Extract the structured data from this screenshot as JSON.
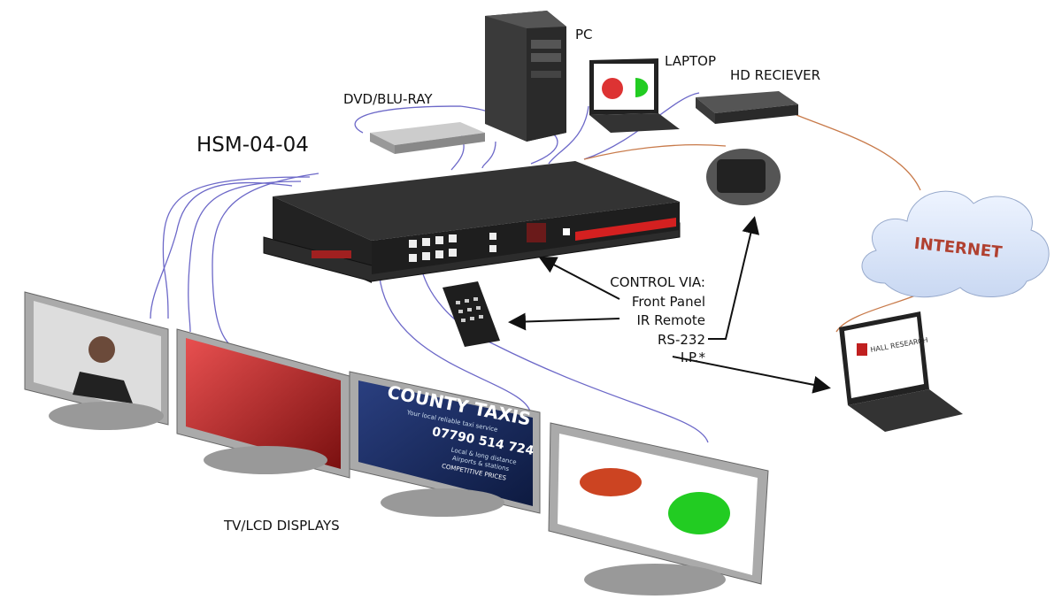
{
  "labels": {
    "pc": "PC",
    "laptop": "LAPTOP",
    "hd_receiver": "HD RECIEVER",
    "dvd": "DVD/BLU-RAY",
    "device": "HSM-04-04",
    "displays": "TV/LCD DISPLAYS",
    "internet": "INTERNET"
  },
  "control": {
    "title": "CONTROL VIA:",
    "items": [
      "Front Panel",
      "IR Remote",
      "RS-232",
      "I.P.*"
    ]
  },
  "taxi_ad": {
    "title": "COUNTY TAXIS",
    "tagline": "Your local reliable taxi service",
    "phone": "07790 514 724",
    "line1": "Local & long distance",
    "line2": "Airports & stations",
    "line3": "COMPETITIVE PRICES"
  },
  "brand": "HALL RESEARCH",
  "colors": {
    "cable": "#6c68c8",
    "network_cable": "#c87a4a",
    "device_red": "#d42020"
  }
}
